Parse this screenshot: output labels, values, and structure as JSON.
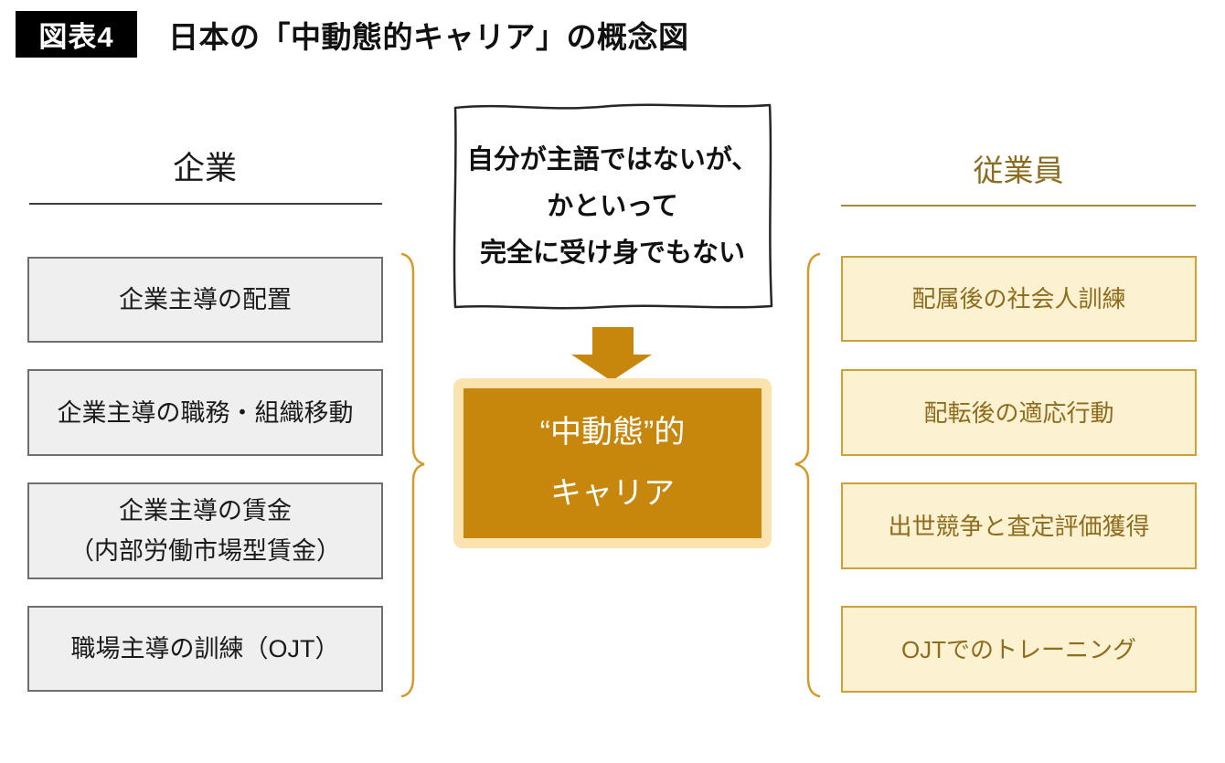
{
  "figure": {
    "badge": "図表4",
    "title": "日本の「中動態的キャリア」の概念図"
  },
  "left_column": {
    "header": "企業",
    "boxes": [
      {
        "line1": "企業主導の配置"
      },
      {
        "line1": "企業主導の職務・組織移動"
      },
      {
        "line1": "企業主導の賃金",
        "line2": "（内部労働市場型賃金）"
      },
      {
        "line1": "職場主導の訓練（OJT）"
      }
    ]
  },
  "right_column": {
    "header": "従業員",
    "boxes": [
      {
        "line1": "配属後の社会人訓練"
      },
      {
        "line1": "配転後の適応行動"
      },
      {
        "line1": "出世競争と査定評価獲得"
      },
      {
        "line1": "OJTでのトレーニング"
      }
    ]
  },
  "center": {
    "bubble": {
      "line1": "自分が主語ではないが、",
      "line2": "かといって",
      "line3": "完全に受け身でもない"
    },
    "result": {
      "line1": "“中動態”的",
      "line2": "キャリア"
    }
  },
  "colors": {
    "accent_orange": "#C7870C",
    "glow_cream": "#FBE3AF",
    "brace_gold": "#D69A2C",
    "cream_fill": "#FCF2D2",
    "cream_border": "#CDA137",
    "gold_text": "#8F6B1E",
    "gray_fill": "#EFEFEF",
    "gray_border": "#6E6E6E",
    "badge_bg": "#000000"
  }
}
